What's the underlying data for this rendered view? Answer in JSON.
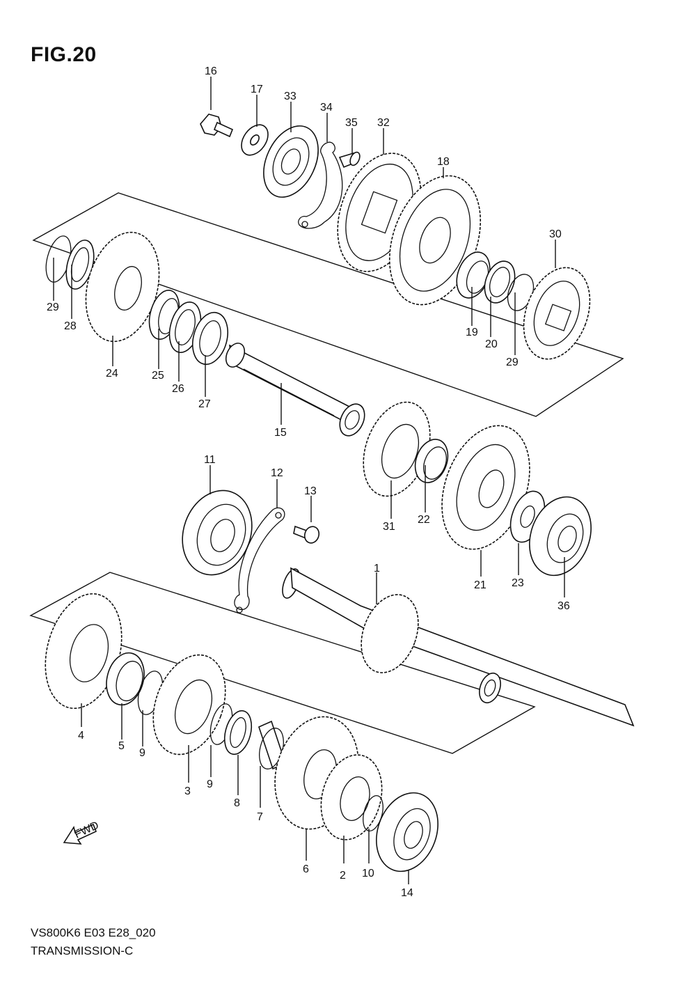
{
  "figure": {
    "title": "FIG.20",
    "model_code": "VS800K6 E03 E28_020",
    "subtitle": "TRANSMISSION-C"
  },
  "fwd_label": "FWD",
  "callouts": [
    {
      "id": "1",
      "label": "1"
    },
    {
      "id": "2",
      "label": "2"
    },
    {
      "id": "3",
      "label": "3"
    },
    {
      "id": "4",
      "label": "4"
    },
    {
      "id": "5",
      "label": "5"
    },
    {
      "id": "6",
      "label": "6"
    },
    {
      "id": "7",
      "label": "7"
    },
    {
      "id": "8",
      "label": "8"
    },
    {
      "id": "9a",
      "label": "9"
    },
    {
      "id": "9b",
      "label": "9"
    },
    {
      "id": "10",
      "label": "10"
    },
    {
      "id": "11",
      "label": "11"
    },
    {
      "id": "12",
      "label": "12"
    },
    {
      "id": "13",
      "label": "13"
    },
    {
      "id": "14",
      "label": "14"
    },
    {
      "id": "15",
      "label": "15"
    },
    {
      "id": "16",
      "label": "16"
    },
    {
      "id": "17",
      "label": "17"
    },
    {
      "id": "18",
      "label": "18"
    },
    {
      "id": "19",
      "label": "19"
    },
    {
      "id": "20",
      "label": "20"
    },
    {
      "id": "21",
      "label": "21"
    },
    {
      "id": "22",
      "label": "22"
    },
    {
      "id": "23",
      "label": "23"
    },
    {
      "id": "24",
      "label": "24"
    },
    {
      "id": "25",
      "label": "25"
    },
    {
      "id": "26",
      "label": "26"
    },
    {
      "id": "27",
      "label": "27"
    },
    {
      "id": "28",
      "label": "28"
    },
    {
      "id": "29a",
      "label": "29"
    },
    {
      "id": "29b",
      "label": "29"
    },
    {
      "id": "30",
      "label": "30"
    },
    {
      "id": "31",
      "label": "31"
    },
    {
      "id": "32",
      "label": "32"
    },
    {
      "id": "33",
      "label": "33"
    },
    {
      "id": "34",
      "label": "34"
    },
    {
      "id": "35",
      "label": "35"
    },
    {
      "id": "36",
      "label": "36"
    }
  ]
}
